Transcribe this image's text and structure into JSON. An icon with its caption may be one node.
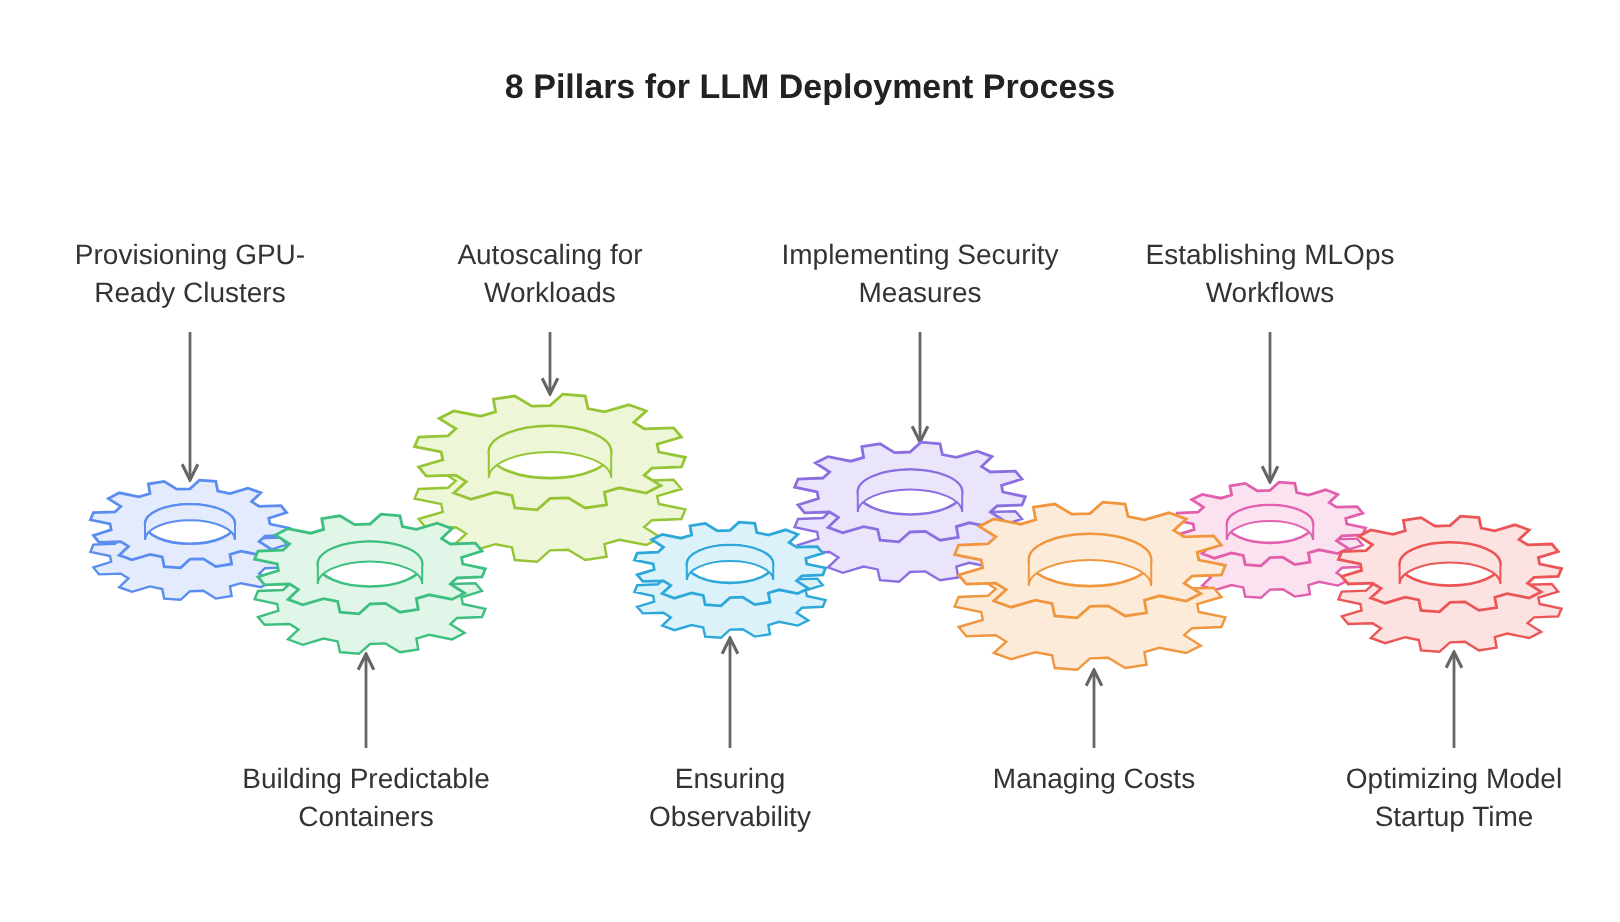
{
  "diagram": {
    "title": "8 Pillars for LLM Deployment Process",
    "nodes": [
      {
        "text": [
          "Provisioning GPU-Ready Clusters"
        ]
      },
      {
        "text": [
          "Autoscaling for Workloads"
        ]
      },
      {
        "text": [
          "Implementing Security Measures"
        ]
      },
      {
        "text": [
          "Establishing MLOps Workflows"
        ]
      },
      {
        "text": [],
        "shape": "picture"
      },
      {
        "text": [],
        "shape": "picture"
      },
      {
        "text": [],
        "shape": "picture"
      },
      {
        "text": [],
        "shape": "picture"
      },
      {
        "text": [],
        "shape": "picture"
      },
      {
        "text": [],
        "shape": "picture"
      },
      {
        "text": [],
        "shape": "picture"
      },
      {
        "text": [],
        "shape": "picture"
      },
      {
        "text": [
          "Building Predictable Containers"
        ]
      },
      {
        "text": [
          "Ensuring Observability"
        ]
      },
      {
        "text": [
          "Managing Costs"
        ]
      },
      {
        "text": [
          "Optimizing Model Startup Time"
        ]
      }
    ],
    "edges": [
      {
        "from": 0,
        "to": 4,
        "arrow": "to"
      },
      {
        "from": 1,
        "to": 6,
        "arrow": "to"
      },
      {
        "from": 2,
        "to": 8,
        "arrow": "to"
      },
      {
        "from": 3,
        "to": 10,
        "arrow": "to"
      },
      {
        "from": 12,
        "to": 5,
        "arrow": "to"
      },
      {
        "from": 13,
        "to": 7,
        "arrow": "to"
      },
      {
        "from": 14,
        "to": 9,
        "arrow": "to"
      },
      {
        "from": 15,
        "to": 11,
        "arrow": "to"
      }
    ]
  }
}
